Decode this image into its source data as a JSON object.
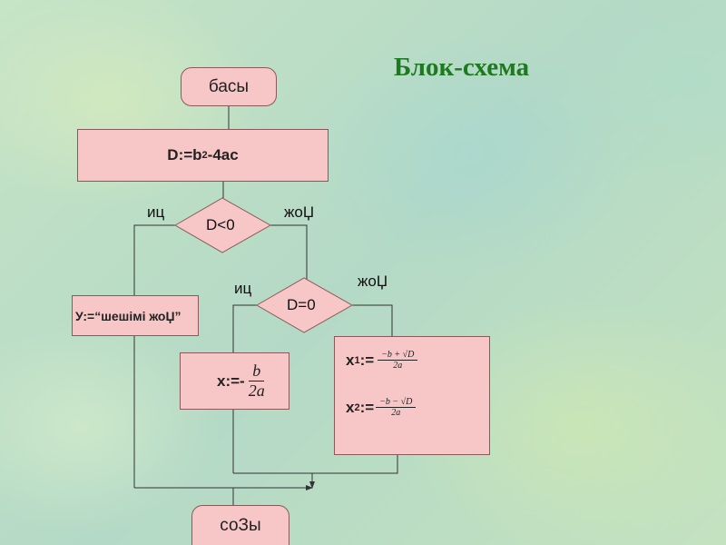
{
  "title": "Блок-схема",
  "start": "басы",
  "process_d": {
    "prefix": "D:=b",
    "sup": "2",
    "suffix": "-4ac"
  },
  "decision1": "D<0",
  "decision2": "D=0",
  "yes_label": "иц",
  "no_label": "жоЏ",
  "no_roots": "У:=“шешімі жоЏ”",
  "single_root": {
    "prefix": "х:=-",
    "num": "b",
    "den": "2a"
  },
  "two_roots": {
    "x1_name": "х",
    "x1_sub": "1",
    "assign": ":=",
    "x1_num": "−b + √D",
    "x1_den": "2a",
    "x2_name": "х",
    "x2_sub": "2",
    "x2_num": "−b − √D",
    "x2_den": "2a"
  },
  "end": "соЗы",
  "colors": {
    "box_fill": "#f7c6c6",
    "box_border": "#8a5a5a",
    "title": "#1e7a1e",
    "line": "#333333"
  }
}
